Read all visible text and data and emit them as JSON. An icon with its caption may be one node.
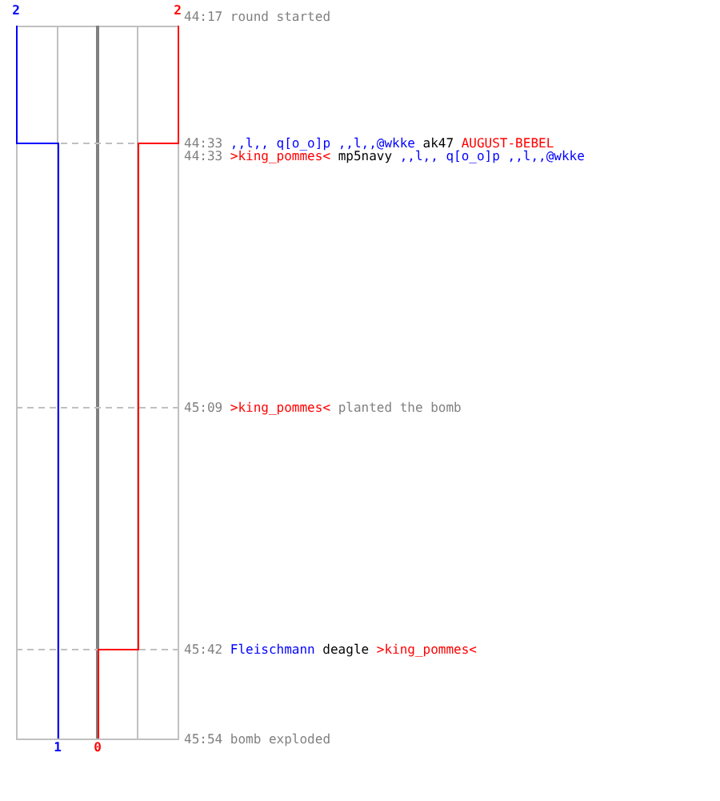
{
  "diagram": {
    "labels": [
      "2",
      "2",
      "44:17",
      "round started",
      "44:33",
      ",,l,, q[o_o]p ,,l,,@wkke",
      "ak47",
      "AUGUST-BEBEL",
      "44:33",
      ">king_pommes<",
      "mp5navy",
      ",,l,, q[o_o]p ,,l,,@wkke",
      "45:09",
      ">king_pommes<",
      "planted the bomb",
      "45:42",
      "Fleischmann",
      "deagle",
      ">king_pommes<",
      "45:54",
      "bomb exploded",
      "1",
      "0"
    ]
  }
}
